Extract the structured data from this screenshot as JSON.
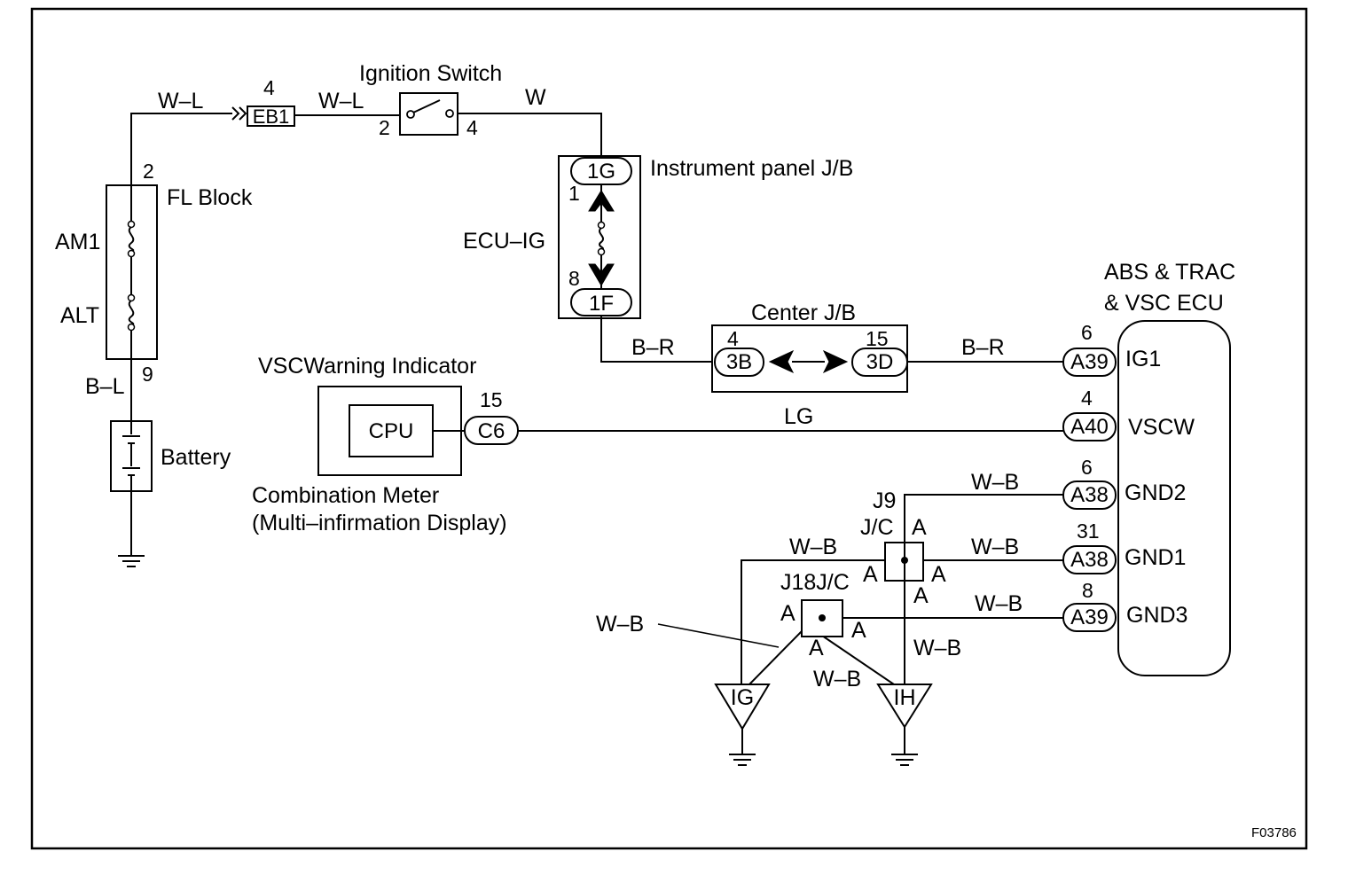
{
  "diagram": {
    "figure_code": "F03786",
    "components": {
      "fl_block": {
        "label": "FL Block",
        "fuse_top": "AM1",
        "fuse_bottom": "ALT",
        "pin_top": "2",
        "pin_bottom": "9"
      },
      "battery": {
        "label": "Battery"
      },
      "eb1": {
        "label": "EB1",
        "pin": "4"
      },
      "ignition_switch": {
        "label": "Ignition Switch",
        "pin_in": "2",
        "pin_out": "4"
      },
      "instrument_panel_jb": {
        "label": "Instrument panel J/B",
        "fuse": "ECU–IG",
        "conn_top": "1G",
        "conn_bottom": "1F",
        "pin_top": "1",
        "pin_bottom": "8"
      },
      "center_jb": {
        "label": "Center J/B",
        "conn_left": "3B",
        "conn_right": "3D",
        "pin_left": "4",
        "pin_right": "15"
      },
      "vsc_warning": {
        "label": "VSCWarning Indicator",
        "cpu": "CPU",
        "conn": "C6",
        "pin": "15"
      },
      "combination_meter": {
        "line1": "Combination Meter",
        "line2": "(Multi–infirmation Display)"
      },
      "ecu": {
        "label_line1": "ABS & TRAC",
        "label_line2": "& VSC  ECU",
        "terminals": [
          {
            "pin": "6",
            "conn": "A39",
            "name": "IG1"
          },
          {
            "pin": "4",
            "conn": "A40",
            "name": "VSCW"
          },
          {
            "pin": "6",
            "conn": "A38",
            "name": "GND2"
          },
          {
            "pin": "31",
            "conn": "A38",
            "name": "GND1"
          },
          {
            "pin": "8",
            "conn": "A39",
            "name": "GND3"
          }
        ]
      },
      "j9": {
        "label_line1": "J9",
        "label_line2": "J/C",
        "pin": "A"
      },
      "j18": {
        "label": "J18J/C",
        "pin": "A"
      },
      "ground_ig": {
        "label": "IG"
      },
      "ground_ih": {
        "label": "IH"
      }
    },
    "wires": {
      "w_l_1": "W–L",
      "w_l_2": "W–L",
      "w": "W",
      "b_l": "B–L",
      "b_r_1": "B–R",
      "b_r_2": "B–R",
      "lg": "LG",
      "w_b_gnd2": "W–B",
      "w_b_gnd1": "W–B",
      "w_b_gnd3": "W–B",
      "w_b_left": "W–B",
      "w_b_callout": "W–B",
      "w_b_j18": "W–B",
      "w_b_ih": "W–B"
    }
  }
}
